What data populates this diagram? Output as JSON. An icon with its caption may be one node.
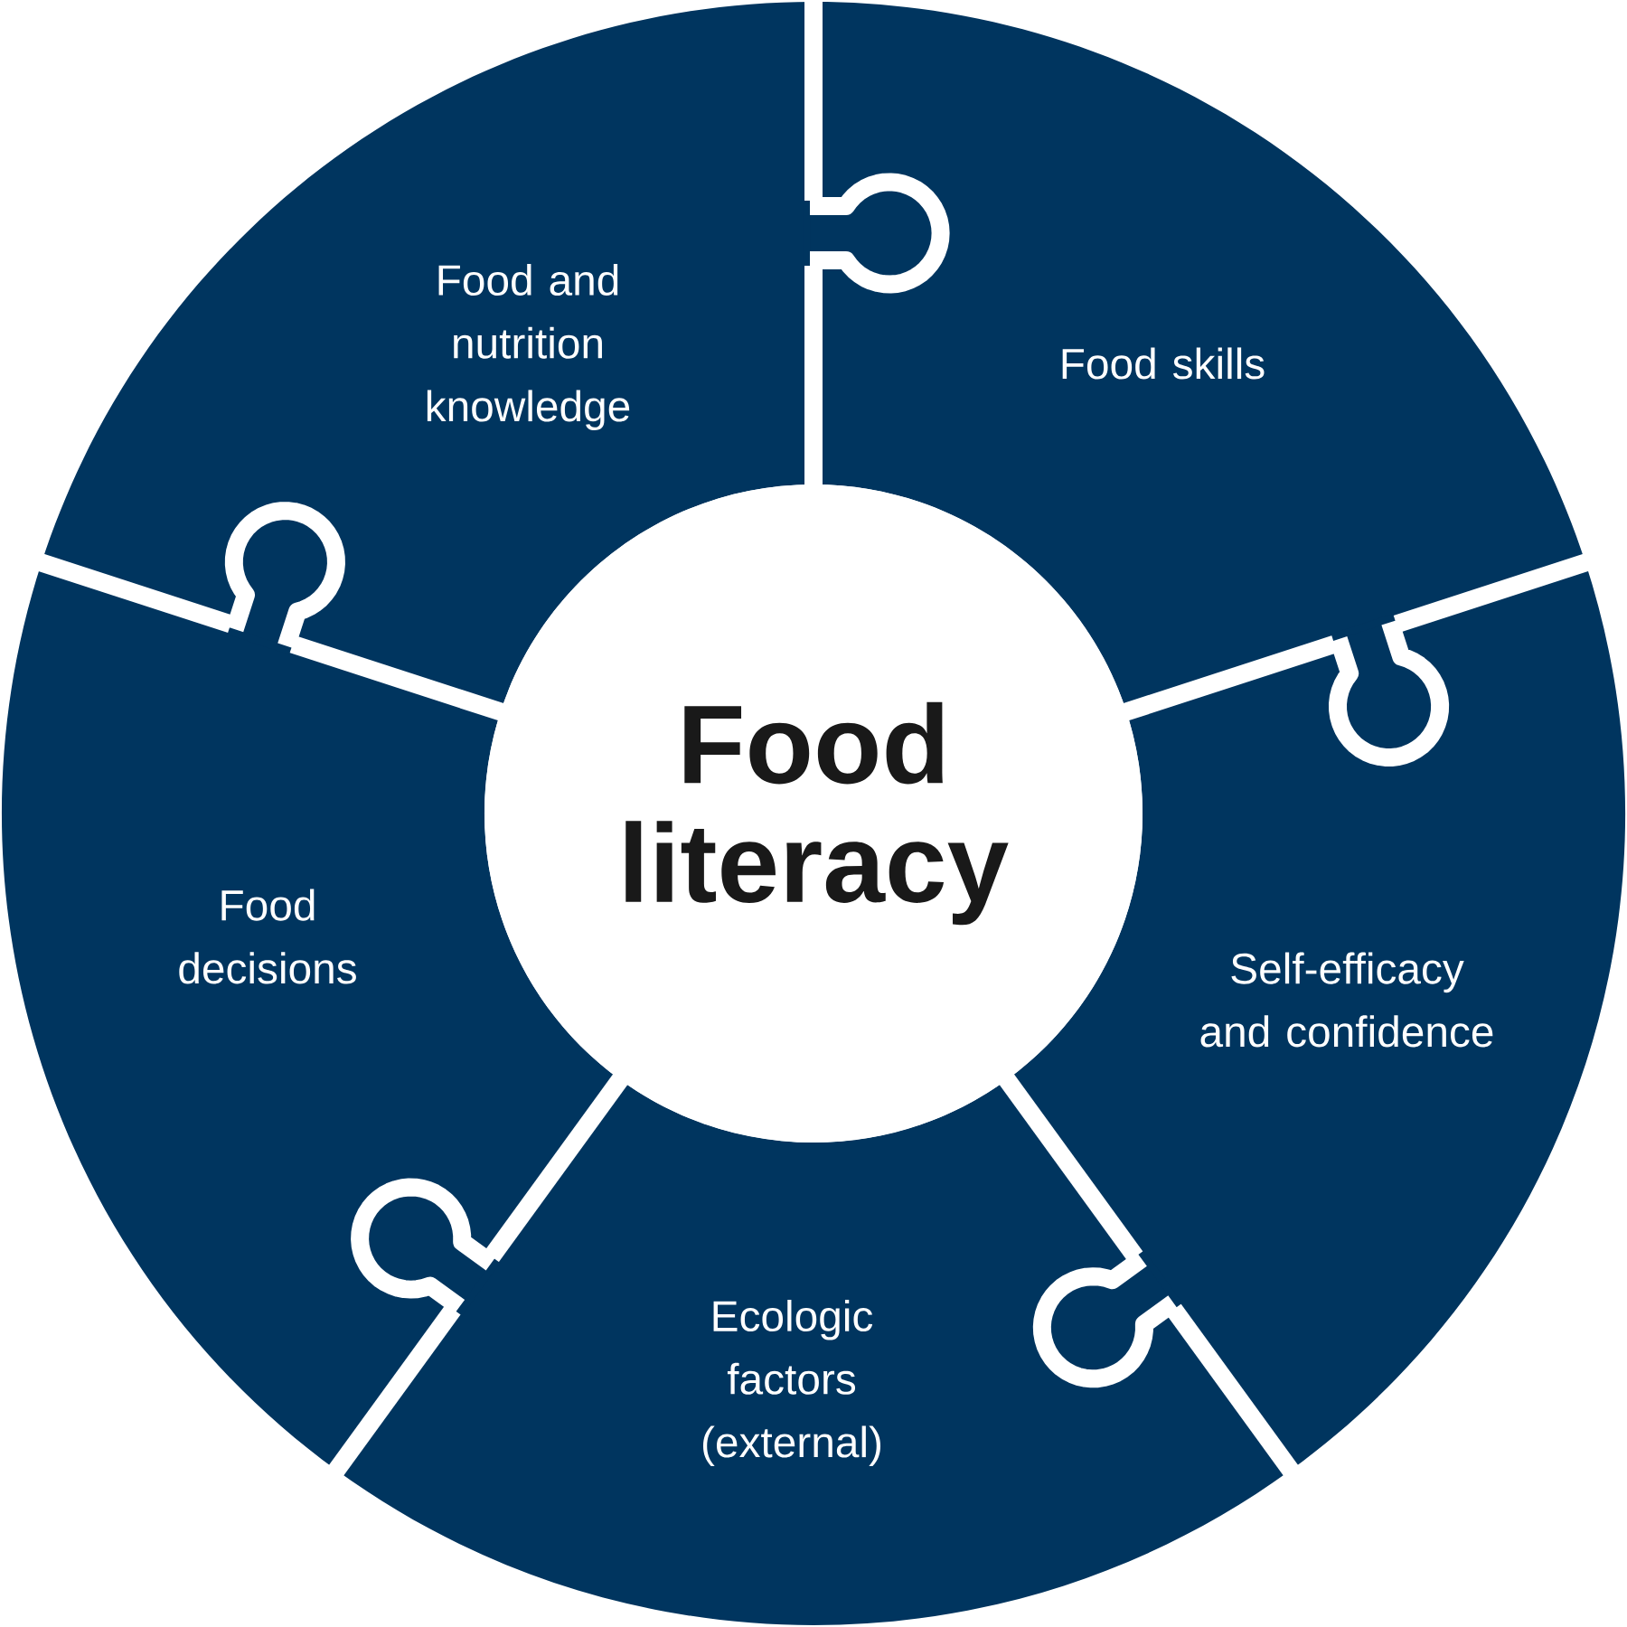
{
  "diagram": {
    "nodes": [
      {
        "text": [
          "Food and nutrition knowledge"
        ]
      },
      {
        "text": [
          "Food skills"
        ]
      },
      {
        "text": [
          "Food literacy"
        ]
      },
      {
        "text": [
          "Food decisions"
        ]
      },
      {
        "text": [
          "Self-efficacy and confidence"
        ]
      },
      {
        "text": [
          "Ecologic factors (external)"
        ]
      }
    ]
  }
}
